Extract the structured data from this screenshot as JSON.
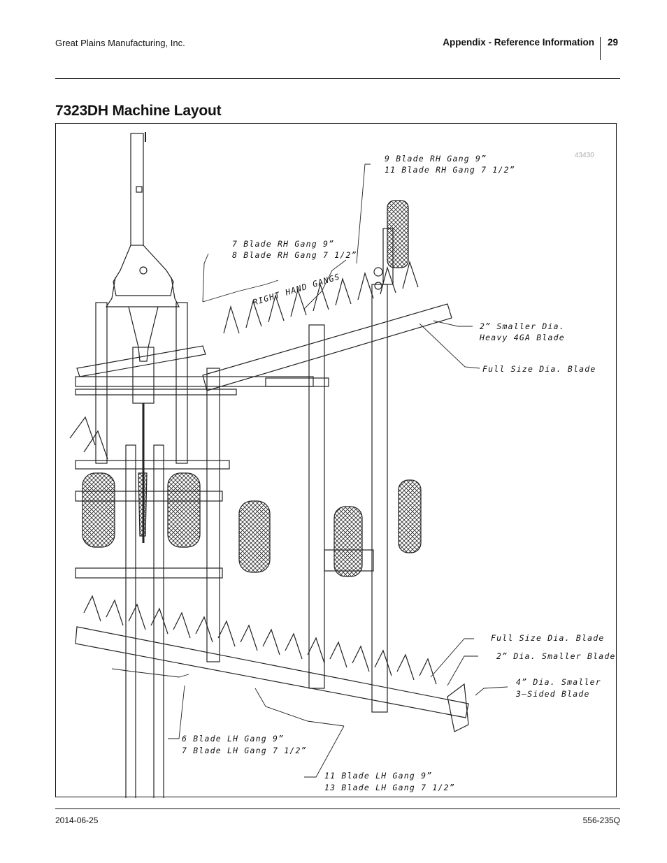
{
  "header": {
    "company": "Great Plains Manufacturing, Inc.",
    "section": "Appendix - Reference Information",
    "page_number": "29"
  },
  "title": "7323DH Machine Layout",
  "figure": {
    "figure_number": "43430",
    "gang_group_label": "RIGHT HAND GANGS",
    "callouts": {
      "rh_gang_outer_1": "9 Blade RH Gang 9”",
      "rh_gang_outer_2": "11 Blade RH Gang 7 1/2”",
      "rh_gang_inner_1": "7 Blade RH Gang 9”",
      "rh_gang_inner_2": "8 Blade RH Gang 7 1/2”",
      "rh_smaller_1": "2” Smaller Dia.",
      "rh_smaller_2": "Heavy 4GA Blade",
      "rh_full_size": "Full Size Dia. Blade",
      "lh_full_size": "Full Size Dia. Blade",
      "lh_smaller_2in": "2” Dia. Smaller Blade",
      "lh_smaller_4in_1": "4” Dia. Smaller",
      "lh_smaller_4in_2": "3–Sided Blade",
      "lh_gang_inner_1": "6 Blade LH Gang 9”",
      "lh_gang_inner_2": "7 Blade LH Gang 7 1/2”",
      "lh_gang_outer_1": "11 Blade LH Gang 9”",
      "lh_gang_outer_2": "13 Blade LH Gang 7 1/2”"
    }
  },
  "footer": {
    "date": "2014-06-25",
    "doc_number": "556-235Q"
  }
}
